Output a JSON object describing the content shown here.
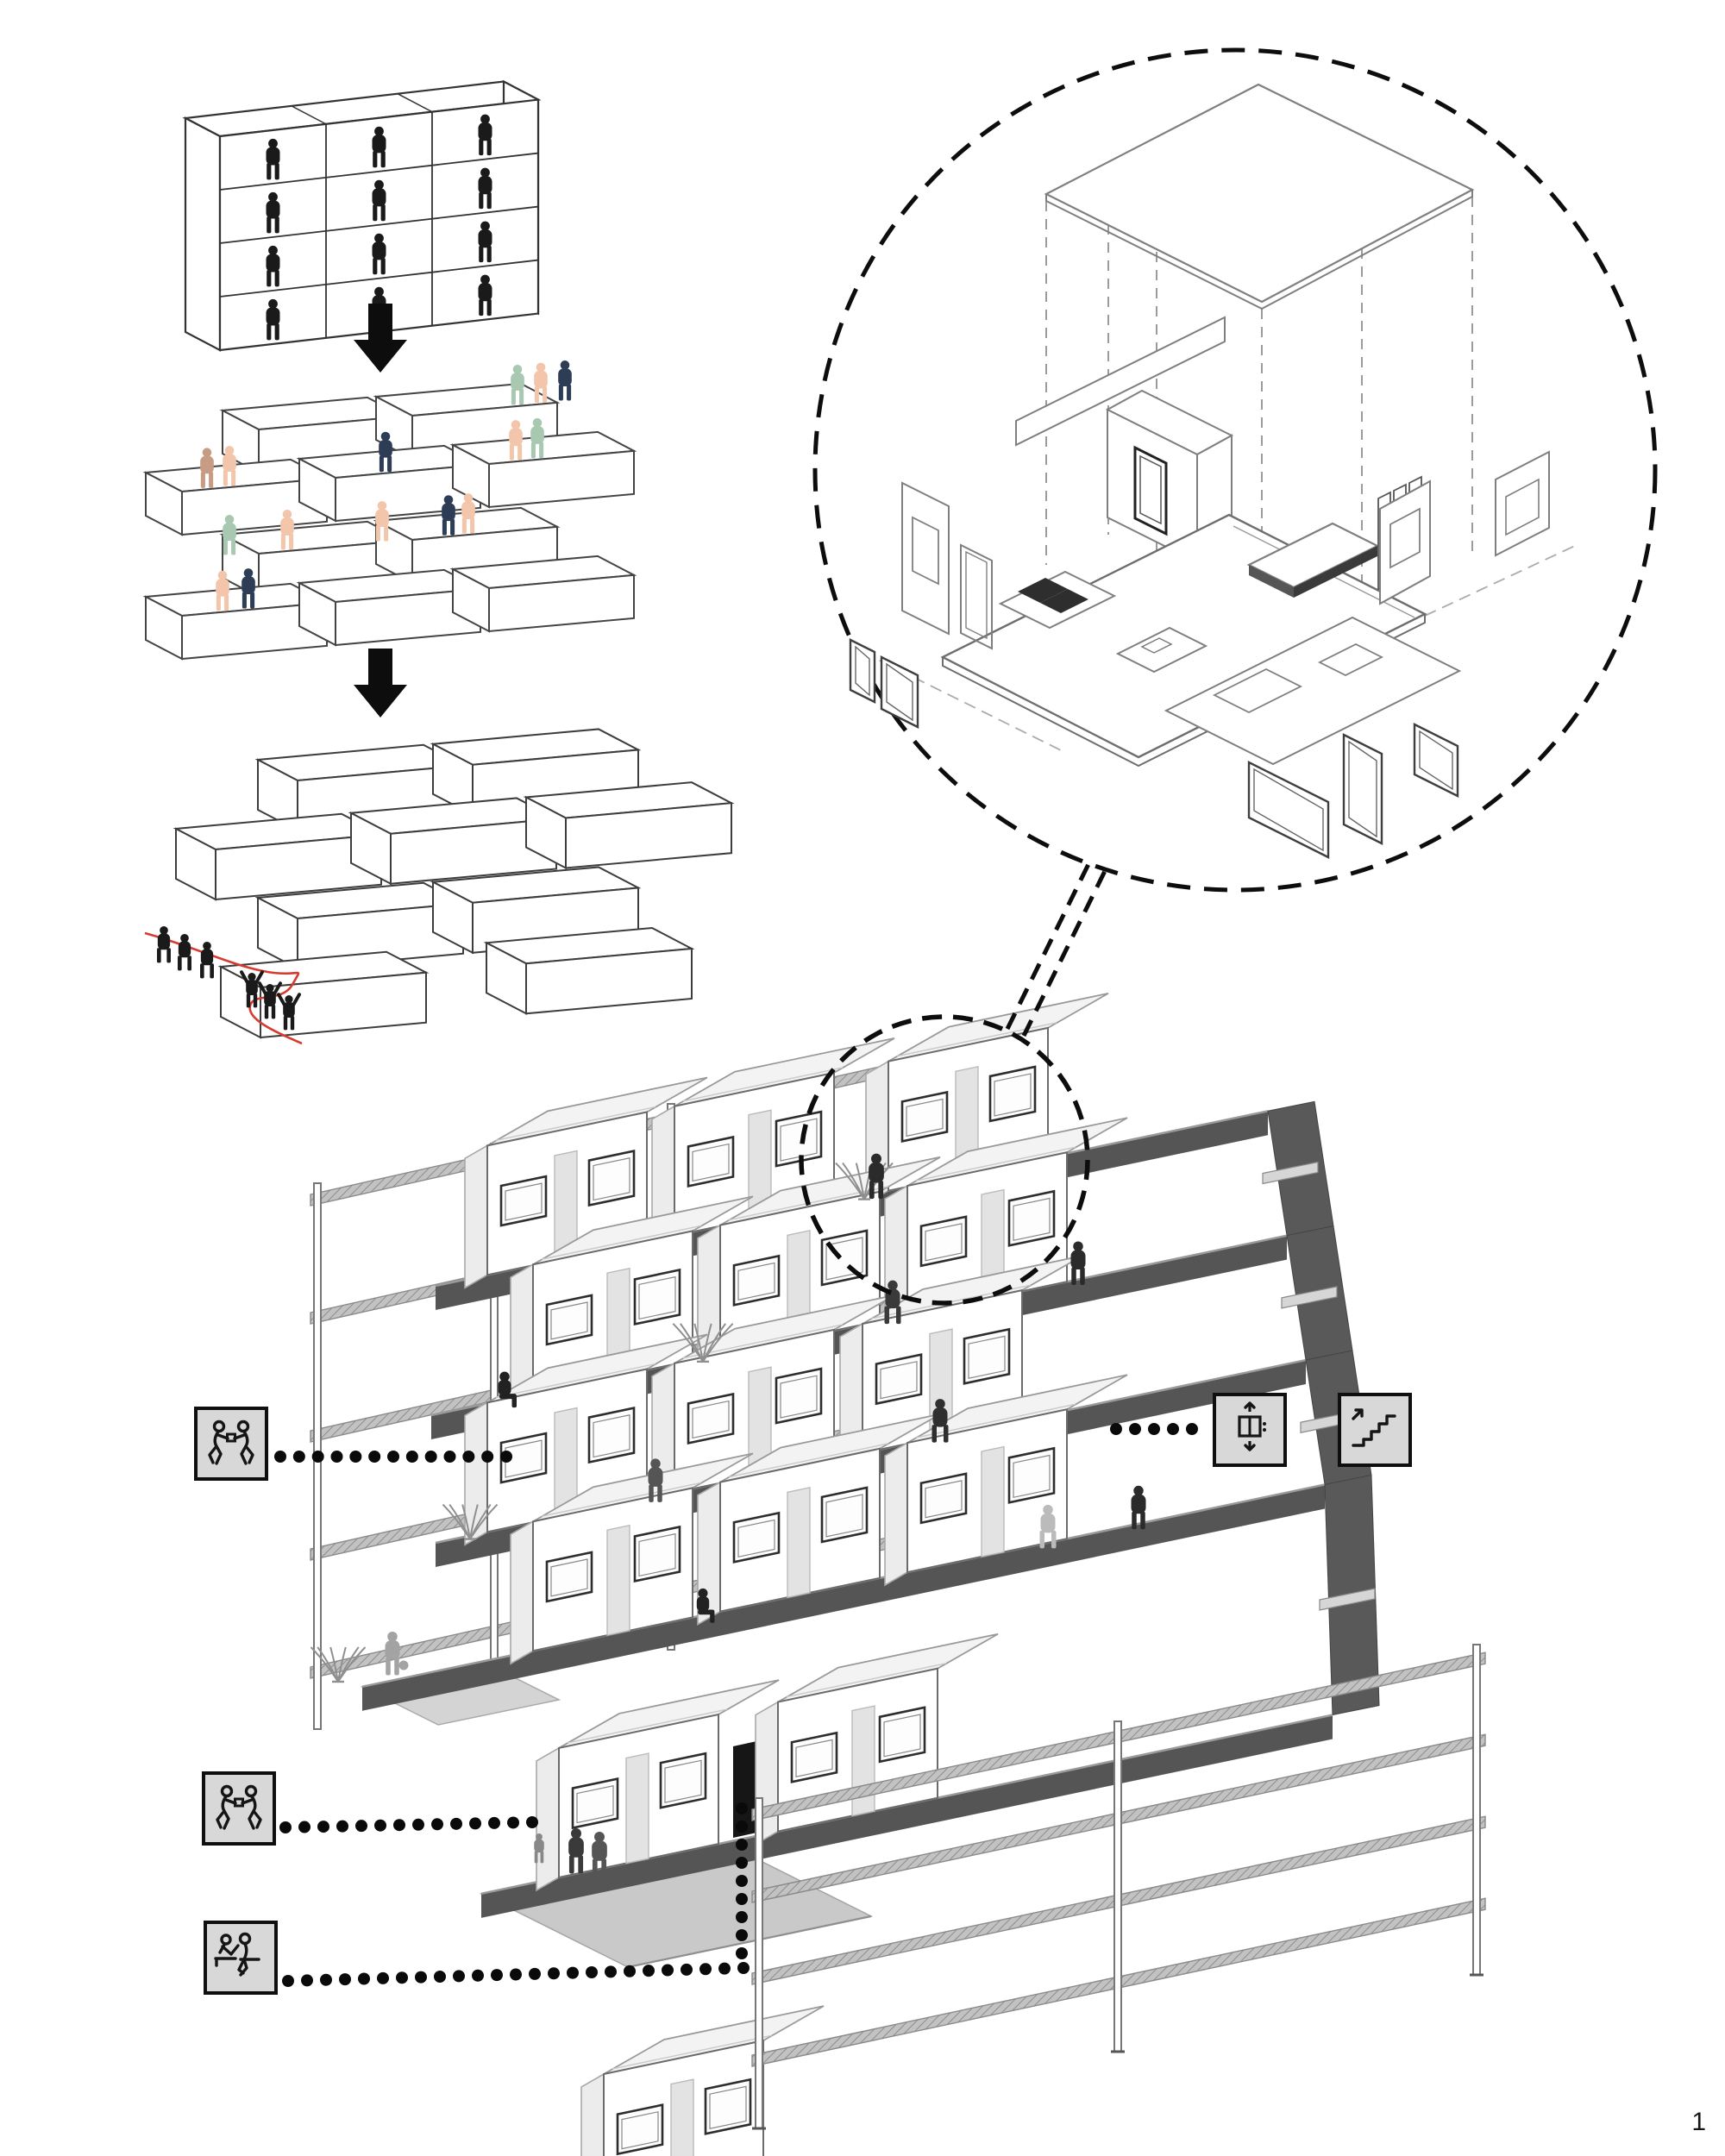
{
  "page": {
    "number": "1",
    "background": "#ffffff"
  },
  "palette": {
    "ink": "#111111",
    "line_dark": "#3c3c3c",
    "line_mid": "#6e6e6e",
    "line_light": "#8f8f8f",
    "slab": "#555555",
    "slab_edge": "#9a9a9a",
    "spine": "#595959",
    "landing": "#d6d6d6",
    "platform": "#d4d4d4",
    "plaza": "#c9c9c9",
    "roof": "#f3f3f3",
    "cap": "#ececec",
    "door": "#e3e3e3",
    "doorway_dark": "#161616",
    "rail_fill": "#c2c2c2",
    "icon_bg": "#d8d8d8",
    "icon_stroke": "#0f0f0f",
    "dot": "#0a0a0a",
    "red_path": "#d63b2f",
    "white": "#ffffff"
  },
  "figure_colors": {
    "black": "#1a1a1a",
    "navy": "#2e3d56",
    "peach": "#f3c6ab",
    "green": "#a9c8b1",
    "tan": "#c89b85",
    "grey_dark": "#2f2f2f",
    "grey_mid": "#555555",
    "grey_light": "#a3a3a3"
  },
  "sequence": {
    "step1": {
      "name": "uniform stacked units",
      "rows": 4,
      "cols": 3
    },
    "step2": {
      "name": "staggered units with residents"
    },
    "step3": {
      "name": "staggered units with shared path"
    }
  },
  "detail": {
    "name": "exploded unit axonometric"
  },
  "building": {
    "name": "stepped shelf housing",
    "levels": 5
  },
  "icons": [
    {
      "id": "move-in-upper",
      "glyph": "two-figures-carrying-icon"
    },
    {
      "id": "elevator",
      "glyph": "elevator-icon"
    },
    {
      "id": "stairs",
      "glyph": "stairs-icon"
    },
    {
      "id": "move-in-ground",
      "glyph": "two-figures-carrying-icon"
    },
    {
      "id": "reception",
      "glyph": "reception-desk-icon"
    }
  ]
}
